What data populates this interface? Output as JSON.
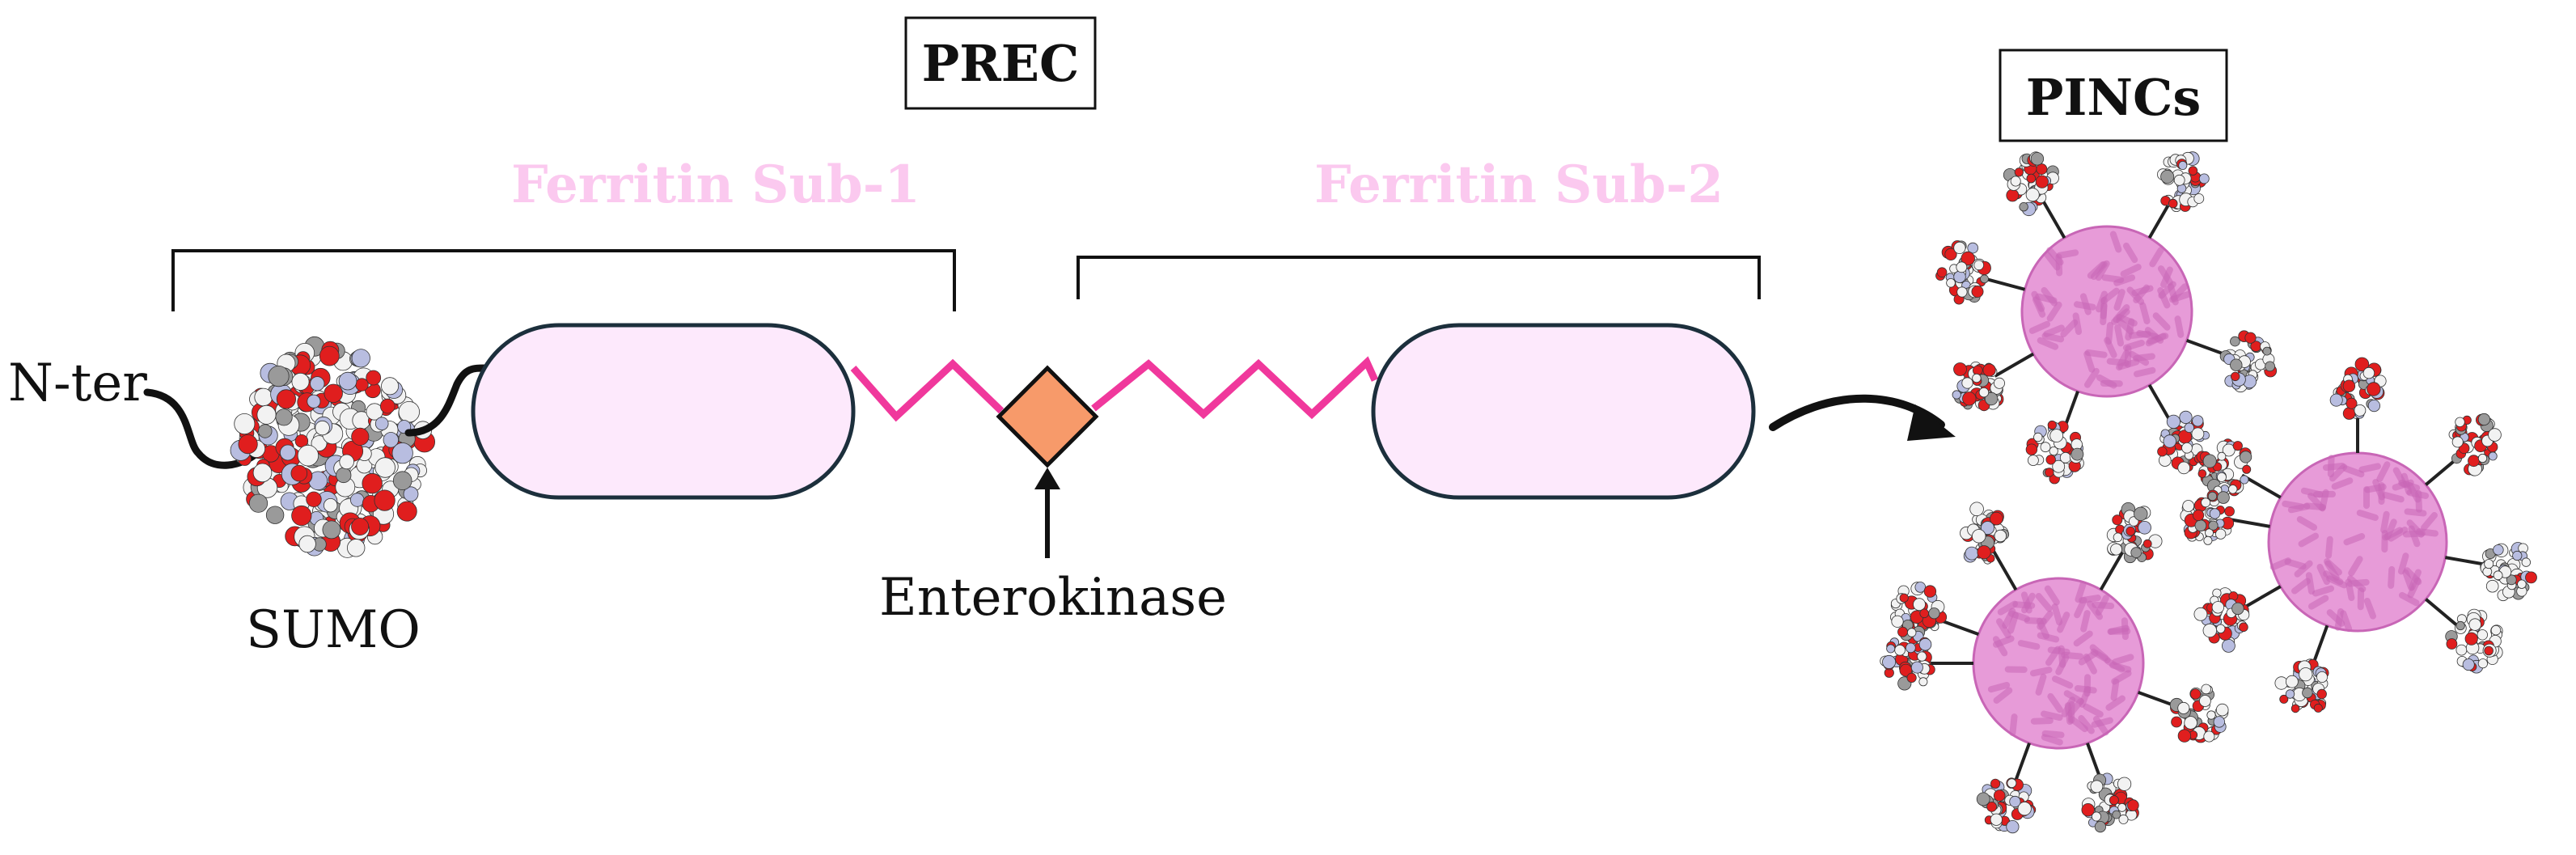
{
  "labels": {
    "prec": "PREC",
    "pincs": "PINCs",
    "ferritin_sub_1": "Ferritin Sub-1",
    "ferritin_sub_2": "Ferritin Sub-2",
    "n_ter": "N-ter",
    "sumo": "SUMO",
    "enterokinase": "Enterokinase"
  },
  "colors": {
    "ferritin_label": "#fbc9ef",
    "domain_fill": "#fde9fc",
    "domain_stroke": "#1c2f3c",
    "linker": "#f0389c",
    "cleavage_site": "#f79a6a",
    "nanocage": "#e79bd8",
    "nanocage_dark": "#c866b6",
    "sumo_red": "#e01e1e",
    "sumo_white": "#f2f2f2",
    "sumo_gray": "#9a9a9a"
  }
}
